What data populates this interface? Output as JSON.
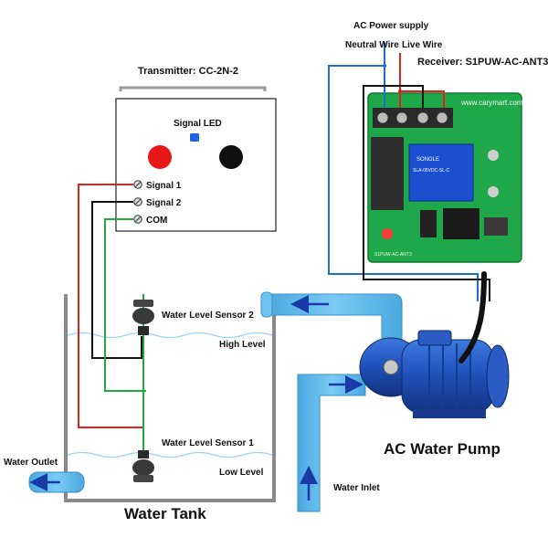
{
  "labels": {
    "ac_power_supply": "AC Power supply",
    "neutral_wire": "Neutral Wire",
    "live_wire": "Live Wire",
    "receiver": "Receiver: S1PUW-AC-ANT3",
    "transmitter": "Transmitter: CC-2N-2",
    "signal_led": "Signal LED",
    "signal_1": "Signal 1",
    "signal_2": "Signal 2",
    "com": "COM",
    "sensor_2": "Water Level Sensor 2",
    "high_level": "High Level",
    "sensor_1": "Water Level Sensor 1",
    "low_level": "Low Level",
    "water_outlet": "Water Outlet",
    "water_tank": "Water Tank",
    "ac_water_pump": "AC Water Pump",
    "water_inlet": "Water Inlet"
  },
  "board": {
    "url_text": "www.carymart.com",
    "relay_brand": "SONGLE",
    "relay_model": "SLA-05VDC-SL-C",
    "board_code": "S1PUW-AC-ANT3"
  },
  "colors": {
    "wire_red": "#e0221c",
    "wire_black": "#111111",
    "wire_green": "#1faa3c",
    "wire_blue": "#1e6fd0",
    "water_pipe": "#5ab8ec",
    "pump_blue": "#1f4fb8",
    "pcb_green": "#1fa84a",
    "led_blue": "#1e63e0"
  },
  "icons": {
    "flow_arrow": "arrow-icon",
    "terminal_screw": "screw-terminal-icon"
  }
}
